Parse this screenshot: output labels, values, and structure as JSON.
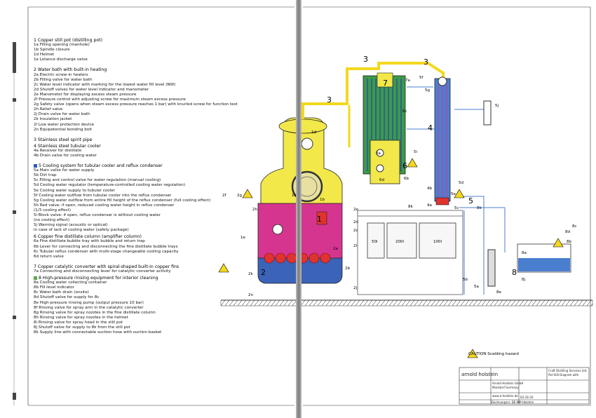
{
  "legend": {
    "s1": {
      "title": "1 Copper still pot (distilling pot)",
      "items": [
        "1a Filling opening (manhole)",
        "1b Spindle closure",
        "1d Helmet",
        "1e Lotance discharge valve"
      ]
    },
    "s2": {
      "title": "2 Water bath with built-in heating",
      "items": [
        "2a Electric screw-in heaters",
        "2b Filling valve for water bath",
        "2c Water level indicator with marking for the lowest water fill level (NW)",
        "2d Shutoff valves for water level indicator and manometer",
        "2e Manometer for displaying excess steam pressure",
        "2f Pressure control with adjusting screw for maximum steam excess pressure",
        "2g Safety valve (opens when steam excess pressure reaches 1 bar) with knurled screw for function test",
        "2h Relief valve",
        "2j Drain valve for water bath",
        "2k Insulation jacket",
        "2l Low water protection device",
        "2n Equipotential bonding bolt"
      ]
    },
    "s3": {
      "title": "3 Stainless steel spirit pipe",
      "items": []
    },
    "s4": {
      "title": "4 Stainless steel tubular cooler",
      "items": [
        "4a Receiver for distillate",
        "4b Drain valve for cooling water"
      ]
    },
    "s5": {
      "title": "5 Cooling system for tubular cooler and reflux condenser",
      "items": [
        "5a Main valve for water supply",
        "5b Dirt trap",
        "5c Filling and control valve for water regulation (manual cooling)",
        "5d Cooling water regulator (temperature-controlled cooling water regulation)",
        "5e Cooling water supply to tubular cooler",
        "5f Cooling water outflow from tubular cooler into the reflux condenser",
        "5g Cooling water outflow from entire fill height of the reflux condenser (full cooling effect)",
        "5h Red valve: if open, reduced cooling water height in reflux condenser",
        "     (1/3 cooling effect)",
        "5i Block valve: if open, reflux condenser is without cooling water",
        "     (no cooling effect)",
        "5j Warning signal (acoustic or optical)",
        "     in case of lack of cooling water (safety package)"
      ]
    },
    "s6": {
      "title": "6 Copper fine distillate column (amplifier column)",
      "items": [
        "6a Fine distillate bubble tray with bubble and return trap",
        "6b Lever for connecting and disconnecting the fine distillate bubble trays",
        "6c Tubular reflux condenser with multi-stage changeable cooling capacity",
        "6d return valve"
      ]
    },
    "s7": {
      "title": "7 Copper catalytic converter with spiral-shaped built-in copper fins",
      "items": [
        "7a Connecting and disconnecting lever for catalytic converter activity"
      ]
    },
    "s8": {
      "title": "8 High-pressure rinsing equipment for interior cleaning",
      "items": [
        "8a Cooling water collecting container",
        "8b Fill level indicator",
        "8c Water bath drain (onsite)",
        "8d Shutoff valve for supply for 8c",
        "8e High-pressure rinsing pump (output pressure 10 bar)",
        "8f Rinsing valve for spray arm in the catalytic converter",
        "8g Rinsing valve for spray nozzles in the fine distillate column",
        "8h Rinsing valve for spray nozzles in the helmet",
        "8i Rinsing valve for spray head in the still pot",
        "8j Shutoff valve for supply to 8k from the still pot",
        "8k Supply line with connectable suction hose with suction basket"
      ]
    }
  },
  "labels": {
    "n1": "1",
    "n1a": "1a",
    "n1b": "1b",
    "n1d": "1d",
    "n1e": "1e",
    "n2": "2",
    "n2a": "2a",
    "n2b": "2b",
    "n2c": "2c",
    "n2d": "2d",
    "n2e": "2e",
    "n2f": "2f",
    "n2g": "2g",
    "n2h": "2h",
    "n2j": "2j",
    "n2k": "2k",
    "n2l": "2l",
    "n2n": "2n",
    "n3a": "3",
    "n3b": "3",
    "n3c": "3",
    "n4": "4",
    "n4a": "4a",
    "n4b": "4b",
    "n5": "5",
    "n5a": "5a",
    "n5b": "5b",
    "n5c": "5c",
    "n5d": "5d",
    "n5e": "5e",
    "n5f": "5f",
    "n5g": "5g",
    "n5i": "5i",
    "n5j": "5j",
    "n6": "6",
    "n6a": "6a",
    "n6b": "6b",
    "n6c": "6c",
    "n6d": "6d",
    "n7": "7",
    "n7a": "7a",
    "n8": "8",
    "n8a": "8a",
    "n8b": "8b",
    "n8c": "8c",
    "n8d": "8d",
    "n8e": "8e",
    "n8j": "8j",
    "n8k1": "8k",
    "n8k2": "8k",
    "tank50": "50l",
    "tank200": "200l",
    "tank100": "100l"
  },
  "caution_text": "CAUTION Scalding hazard",
  "title_block": {
    "brand": "arnold holstein",
    "company": "Arnold Holstein GmbH",
    "city": "Markdorf Germany",
    "web": "www.a-holstein.de",
    "project": "Craft Distilling Services Ltd.",
    "title_line": "Pot Still Diagram with",
    "doc_no": "D2.2E-20",
    "footer": "Zeichnungsnr. DE-MM Holstein"
  },
  "colors": {
    "copper_yellow": "#f2e84a",
    "water_magenta": "#d6358f",
    "insulation_blue": "#3b63b8",
    "cooling_blue": "#4a7fd0",
    "column_green": "#3c9a4a",
    "heater_red": "#e0332f",
    "pipe_yellow": "#f3d81f"
  }
}
